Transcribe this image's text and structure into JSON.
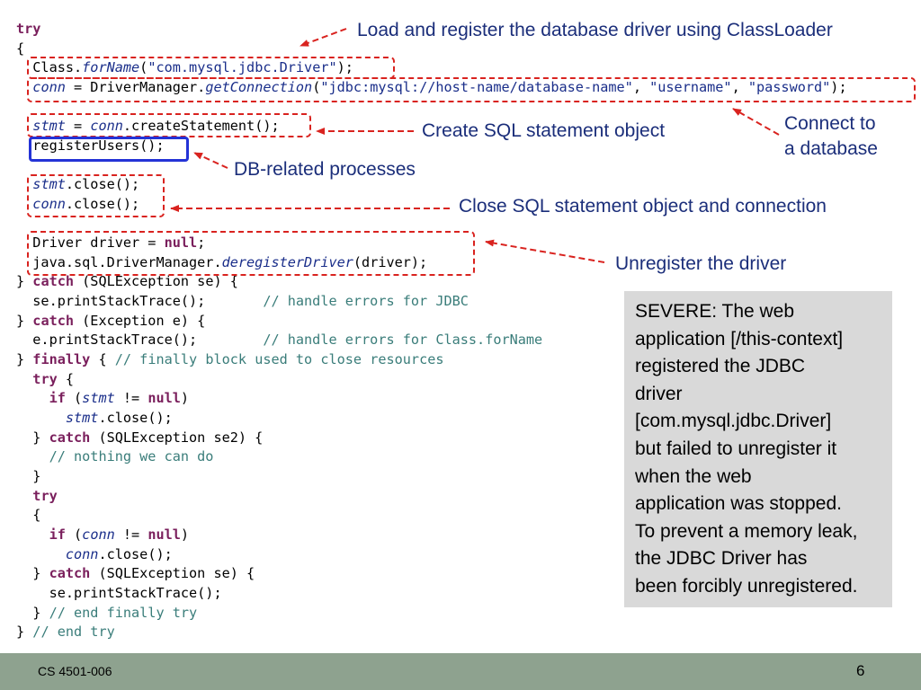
{
  "code_lines": [
    [
      {
        "t": "try",
        "c": "kw"
      }
    ],
    [
      {
        "t": "{"
      }
    ],
    [
      {
        "t": "  Class."
      },
      {
        "t": "forName",
        "c": "it"
      },
      {
        "t": "("
      },
      {
        "t": "\"com.mysql.jdbc.Driver\"",
        "c": "str"
      },
      {
        "t": ");"
      }
    ],
    [
      {
        "t": "  "
      },
      {
        "t": "conn",
        "c": "it"
      },
      {
        "t": " = DriverManager."
      },
      {
        "t": "getConnection",
        "c": "it"
      },
      {
        "t": "("
      },
      {
        "t": "\"jdbc:mysql://host-name/database-name\"",
        "c": "str"
      },
      {
        "t": ", "
      },
      {
        "t": "\"username\"",
        "c": "str"
      },
      {
        "t": ", "
      },
      {
        "t": "\"password\"",
        "c": "str"
      },
      {
        "t": ");"
      }
    ],
    [],
    [
      {
        "t": "  "
      },
      {
        "t": "stmt",
        "c": "it"
      },
      {
        "t": " = "
      },
      {
        "t": "conn",
        "c": "it"
      },
      {
        "t": ".createStatement();"
      }
    ],
    [
      {
        "t": "  registerUsers();"
      }
    ],
    [],
    [
      {
        "t": "  "
      },
      {
        "t": "stmt",
        "c": "it"
      },
      {
        "t": ".close();"
      }
    ],
    [
      {
        "t": "  "
      },
      {
        "t": "conn",
        "c": "it"
      },
      {
        "t": ".close();"
      }
    ],
    [],
    [
      {
        "t": "  Driver driver = "
      },
      {
        "t": "null",
        "c": "kw"
      },
      {
        "t": ";"
      }
    ],
    [
      {
        "t": "  java.sql.DriverManager."
      },
      {
        "t": "deregisterDriver",
        "c": "it"
      },
      {
        "t": "(driver);"
      }
    ],
    [
      {
        "t": "} "
      },
      {
        "t": "catch",
        "c": "kw"
      },
      {
        "t": " (SQLException se) {"
      }
    ],
    [
      {
        "t": "  se.printStackTrace();       "
      },
      {
        "t": "// handle errors for JDBC",
        "c": "cm"
      }
    ],
    [
      {
        "t": "} "
      },
      {
        "t": "catch",
        "c": "kw"
      },
      {
        "t": " (Exception e) {"
      }
    ],
    [
      {
        "t": "  e.printStackTrace();        "
      },
      {
        "t": "// handle errors for Class.forName",
        "c": "cm"
      }
    ],
    [
      {
        "t": "} "
      },
      {
        "t": "finally",
        "c": "kw"
      },
      {
        "t": " { "
      },
      {
        "t": "// finally block used to close resources",
        "c": "cm"
      }
    ],
    [
      {
        "t": "  "
      },
      {
        "t": "try",
        "c": "kw"
      },
      {
        "t": " {"
      }
    ],
    [
      {
        "t": "    "
      },
      {
        "t": "if",
        "c": "kw"
      },
      {
        "t": " ("
      },
      {
        "t": "stmt",
        "c": "it"
      },
      {
        "t": " != "
      },
      {
        "t": "null",
        "c": "kw"
      },
      {
        "t": ")"
      }
    ],
    [
      {
        "t": "      "
      },
      {
        "t": "stmt",
        "c": "it"
      },
      {
        "t": ".close();"
      }
    ],
    [
      {
        "t": "  } "
      },
      {
        "t": "catch",
        "c": "kw"
      },
      {
        "t": " (SQLException se2) {"
      }
    ],
    [
      {
        "t": "    "
      },
      {
        "t": "// nothing we can do",
        "c": "cm"
      }
    ],
    [
      {
        "t": "  }"
      }
    ],
    [
      {
        "t": "  "
      },
      {
        "t": "try",
        "c": "kw"
      }
    ],
    [
      {
        "t": "  {"
      }
    ],
    [
      {
        "t": "    "
      },
      {
        "t": "if",
        "c": "kw"
      },
      {
        "t": " ("
      },
      {
        "t": "conn",
        "c": "it"
      },
      {
        "t": " != "
      },
      {
        "t": "null",
        "c": "kw"
      },
      {
        "t": ")"
      }
    ],
    [
      {
        "t": "      "
      },
      {
        "t": "conn",
        "c": "it"
      },
      {
        "t": ".close();"
      }
    ],
    [
      {
        "t": "  } "
      },
      {
        "t": "catch",
        "c": "kw"
      },
      {
        "t": " (SQLException se) {"
      }
    ],
    [
      {
        "t": "    se.printStackTrace();"
      }
    ],
    [
      {
        "t": "  } "
      },
      {
        "t": "// end finally try",
        "c": "cm"
      }
    ],
    [
      {
        "t": "} "
      },
      {
        "t": "// end try",
        "c": "cm"
      }
    ]
  ],
  "annotations": {
    "load_driver": "Load and register the database driver using ClassLoader",
    "connect_line1": "Connect to",
    "connect_line2": "a database",
    "create_stmt": "Create SQL statement object",
    "db_processes": "DB-related processes",
    "close_stmt": "Close SQL statement object and connection",
    "unregister": "Unregister the driver"
  },
  "note_box": {
    "lines": [
      "SEVERE: The web",
      "application [/this-context]",
      "registered the JDBC",
      "driver",
      "[com.mysql.jdbc.Driver]",
      "but failed to unregister it",
      "when the web",
      "application was stopped.",
      "To prevent a memory leak,",
      "the JDBC Driver has",
      "been forcibly unregistered."
    ]
  },
  "footer": {
    "course": "CS 4501-006",
    "page": "6"
  },
  "colors": {
    "annotation_box": "#d9231f",
    "highlight_box": "#2433d6",
    "annotation_text": "#1b2e7a",
    "footer_bar": "#8ea28f",
    "note_bg": "#d9d9d9"
  }
}
